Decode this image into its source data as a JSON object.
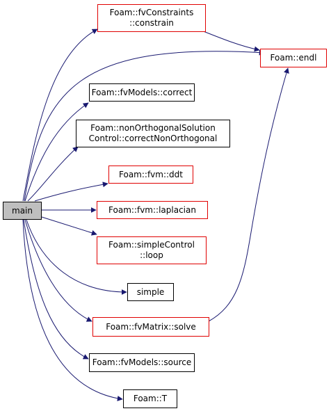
{
  "graph": {
    "colors": {
      "edge": "#191970",
      "ext_border": "#e00000",
      "root_fill": "#bfbfbf"
    },
    "root": {
      "label": "main"
    },
    "callees": {
      "constrain": "Foam::fvConstraints\n::constrain",
      "endl": "Foam::endl",
      "correct": "Foam::fvModels::correct",
      "correct_non_orth": "Foam::nonOrthogonalSolution\nControl::correctNonOrthogonal",
      "ddt": "Foam::fvm::ddt",
      "laplacian": "Foam::fvm::laplacian",
      "loop": "Foam::simpleControl\n::loop",
      "simple": "simple",
      "solve": "Foam::fvMatrix::solve",
      "source": "Foam::fvModels::source",
      "T": "Foam::T"
    }
  }
}
